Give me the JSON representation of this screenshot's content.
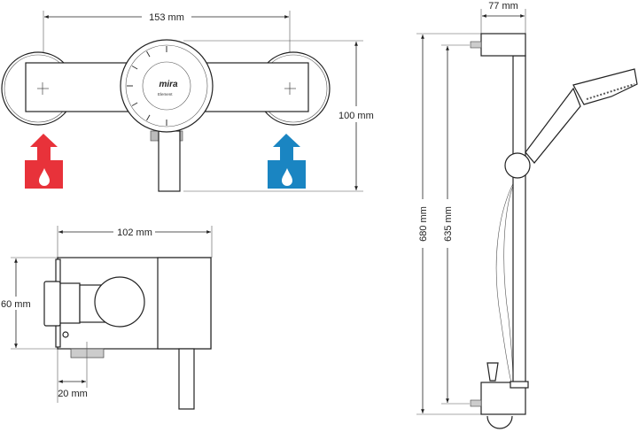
{
  "front_view": {
    "width_label": "153 mm",
    "height_label": "100 mm",
    "brand": "mira",
    "model": "Element",
    "hot_inlet": {
      "icon": "hot-water-inlet-icon",
      "color": "#e8323a"
    },
    "cold_inlet": {
      "icon": "cold-water-inlet-icon",
      "color": "#1a85c2"
    }
  },
  "side_view": {
    "depth_label": "102 mm",
    "height_label": "60 mm",
    "outlet_offset_label": "20 mm"
  },
  "rail_view": {
    "projection_label": "77 mm",
    "overall_height_label": "680 mm",
    "fixing_centres_label": "635 mm"
  }
}
